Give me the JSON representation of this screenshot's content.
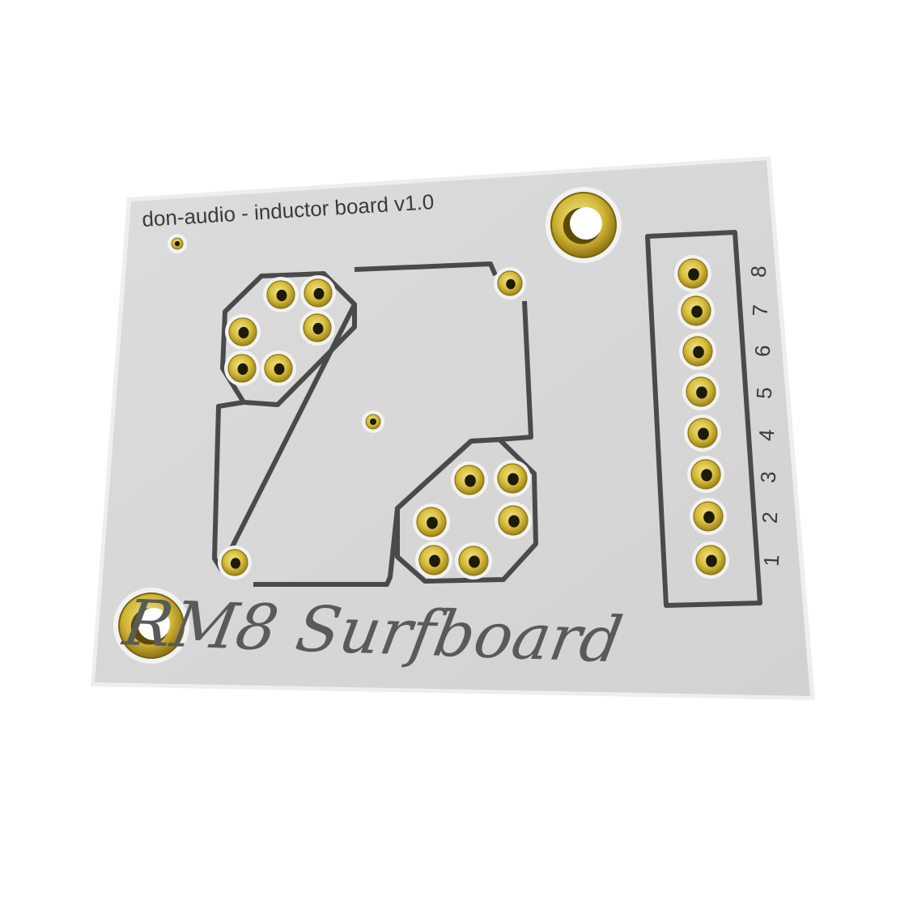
{
  "board": {
    "header_text": "don-audio  - inductor board  v1.0",
    "script_title": "RM8  Surfboard"
  },
  "connector": {
    "pin_labels": [
      "1",
      "2",
      "3",
      "4",
      "5",
      "6",
      "7",
      "8"
    ]
  },
  "colors": {
    "board": "#d6d6d6",
    "board_edge": "#eeeeee",
    "trace": "#4a4a4a",
    "pad_gold": "#d8c24a",
    "pad_dark": "#8a7410",
    "hole": "#1e1a08",
    "clearance": "#f2f2f2",
    "silkscreen": "#3a3a3a"
  }
}
